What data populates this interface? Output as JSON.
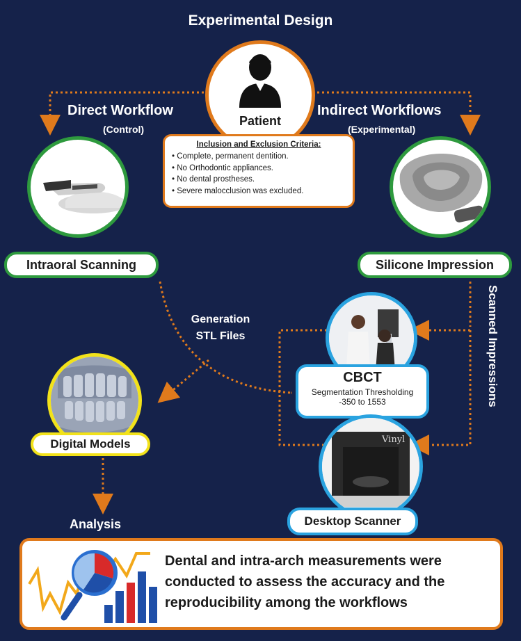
{
  "title": "Experimental Design",
  "patient": {
    "label": "Patient",
    "icon": "person-icon"
  },
  "direct": {
    "title": "Direct Workflow",
    "subtitle": "(Control)"
  },
  "indirect": {
    "title": "Indirect Workflows",
    "subtitle": "(Experimental)"
  },
  "criteria": {
    "heading": "Inclusion and Exclusion Criteria:",
    "items": [
      "Complete, permanent dentition.",
      "No Orthodontic appliances.",
      "No dental prostheses.",
      "Severe malocclusion was excluded."
    ]
  },
  "nodes": {
    "intraoral": "Intraoral Scanning",
    "silicone": "Silicone Impression",
    "digital_models": "Digital Models",
    "desktop_scanner": "Desktop Scanner",
    "cbct_title": "CBCT",
    "cbct_line1": "Segmentation Thresholding",
    "cbct_line2": "-350 to 1553",
    "vinyl_logo": "Vinyl"
  },
  "labels": {
    "generation_line1": "Generation",
    "generation_line2": "STL Files",
    "scanned_impressions": "Scanned Impressions",
    "analysis": "Analysis"
  },
  "analysis_box": {
    "text": "Dental and intra-arch  measurements were conducted to assess the accuracy and the reproducibility  among the workflows"
  },
  "colors": {
    "background": "#15224a",
    "orange": "#e07a1c",
    "green": "#2e9a3e",
    "blue": "#2aa3e0",
    "yellow": "#f2e21a"
  }
}
